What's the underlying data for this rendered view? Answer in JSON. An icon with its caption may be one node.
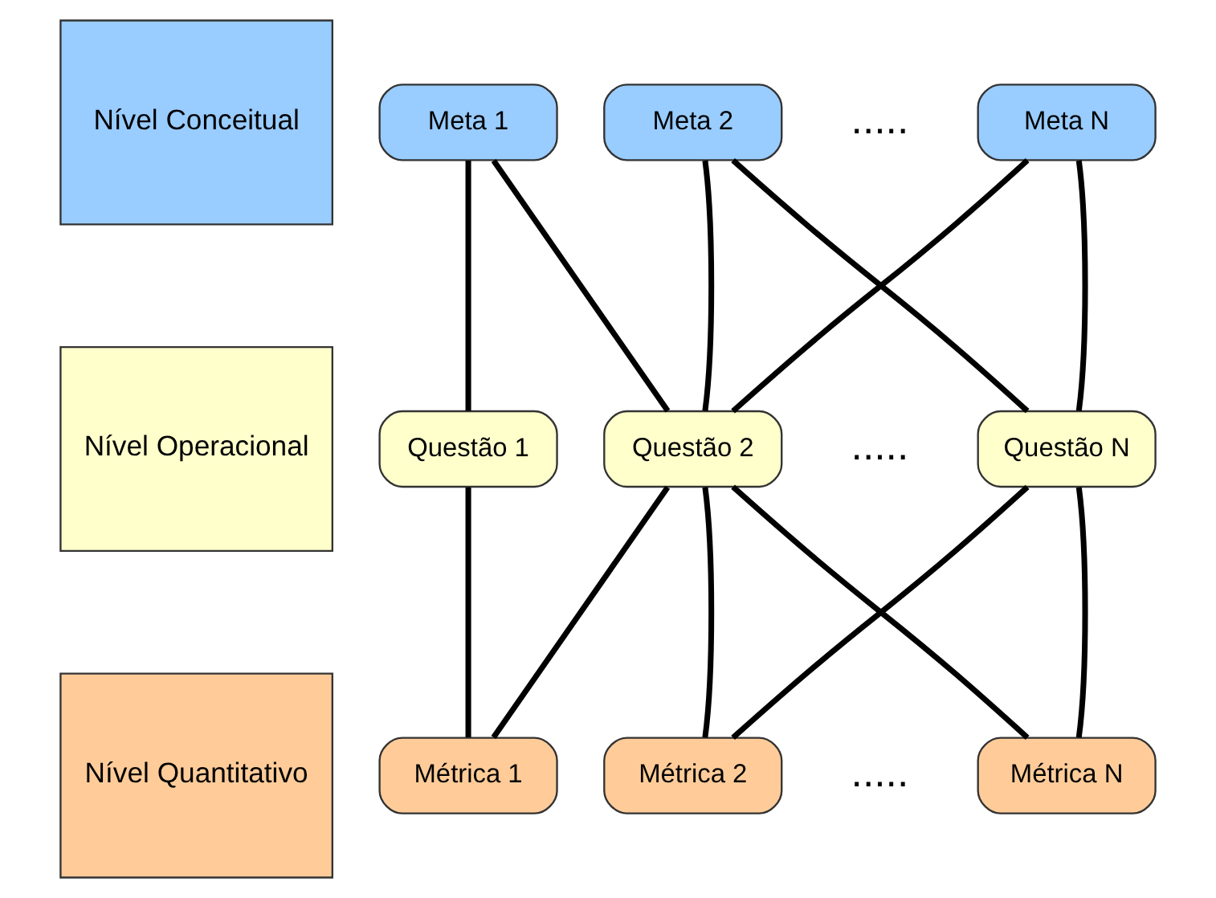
{
  "diagram": {
    "nodes": [
      {
        "text": [
          "Nível Conceitual"
        ]
      },
      {
        "text": [
          "Nível Operacional"
        ]
      },
      {
        "text": [
          "Nível Quantitativo"
        ]
      },
      {
        "text": [
          "Meta 1"
        ]
      },
      {
        "text": [
          "Meta 2"
        ]
      },
      {
        "text": [
          "Meta N"
        ]
      },
      {
        "text": [
          "Questão 1"
        ]
      },
      {
        "text": [
          "Questão 2"
        ]
      },
      {
        "text": [
          "Questão N"
        ]
      },
      {
        "text": [
          "Métrica 1"
        ]
      },
      {
        "text": [
          "Métrica 2"
        ]
      },
      {
        "text": [
          "Métrica N"
        ]
      }
    ],
    "edges": [
      {
        "from": 3,
        "to": 6,
        "arrow": "none"
      },
      {
        "from": 3,
        "to": 7,
        "arrow": "none"
      },
      {
        "from": 4,
        "to": 7,
        "arrow": "none"
      },
      {
        "from": 4,
        "to": 8,
        "arrow": "none"
      },
      {
        "from": 5,
        "to": 7,
        "arrow": "none"
      },
      {
        "from": 5,
        "to": 8,
        "arrow": "none"
      },
      {
        "from": 6,
        "to": 9,
        "arrow": "none"
      },
      {
        "from": 7,
        "to": 9,
        "arrow": "none"
      },
      {
        "from": 7,
        "to": 10,
        "arrow": "none"
      },
      {
        "from": 7,
        "to": 11,
        "arrow": "none"
      },
      {
        "from": 8,
        "to": 10,
        "arrow": "none"
      },
      {
        "from": 8,
        "to": 11,
        "arrow": "none"
      }
    ],
    "labels": [
      ".....",
      ".....",
      "....."
    ]
  }
}
